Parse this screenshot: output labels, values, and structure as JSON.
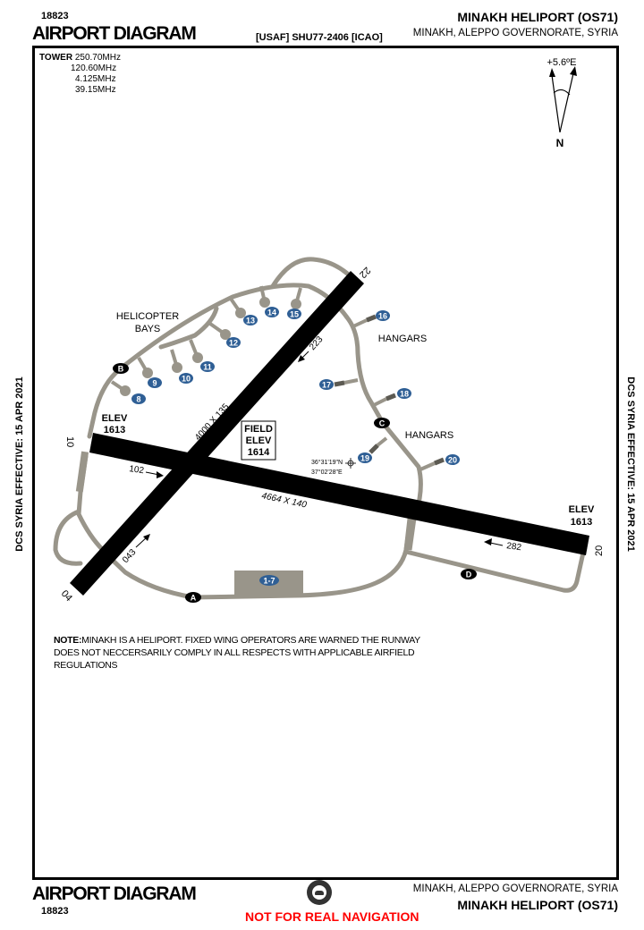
{
  "header": {
    "chart_id": "18823",
    "title": "AIRPORT DIAGRAM",
    "ident": "[USAF] SHU77-2406 [ICAO]",
    "airport_name": "MINAKH HELIPORT (OS71)",
    "location": "MINAKH, ALEPPO GOVERNORATE, SYRIA"
  },
  "side_text": "DCS SYRIA EFFECTIVE: 15 APR 2021",
  "frequencies": {
    "label": "TOWER",
    "values": [
      "250.70MHz",
      "120.60MHz",
      "4.125MHz",
      "39.15MHz"
    ]
  },
  "compass": {
    "variation": "+5.6ºE",
    "north": "N"
  },
  "labels": {
    "helicopter_bays_1": "HELICOPTER",
    "helicopter_bays_2": "BAYS",
    "hangars_1": "HANGARS",
    "hangars_2": "HANGARS",
    "field_elev": [
      "FIELD",
      "ELEV",
      "1614"
    ],
    "elev_west": [
      "ELEV",
      "1613"
    ],
    "elev_east": [
      "ELEV",
      "1613"
    ],
    "coord_lat": "36°31'19\"N",
    "coord_lon": "37°02'28\"E"
  },
  "runways": {
    "rwy04": "04",
    "rwy22": "22",
    "rwy10": "10",
    "rwy20": "20",
    "dims_04_22": "4000 X 135",
    "dims_10_28": "4664 X 140",
    "hdg_043": "043",
    "hdg_223": "223",
    "hdg_102": "102",
    "hdg_282": "282"
  },
  "taxiways": [
    "A",
    "B",
    "C",
    "D"
  ],
  "stands": [
    "8",
    "9",
    "10",
    "11",
    "12",
    "13",
    "14",
    "15",
    "16",
    "17",
    "18",
    "19",
    "20",
    "1-7"
  ],
  "note": {
    "label": "NOTE:",
    "text": "MINAKH IS A HELIPORT. FIXED WING OPERATORS ARE WARNED THE RUNWAY DOES NOT NECCERSARILY COMPLY IN ALL RESPECTS WITH APPLICABLE AIRFIELD REGULATIONS"
  },
  "footer": {
    "title": "AIRPORT DIAGRAM",
    "chart_id": "18823",
    "location": "MINAKH, ALEPPO GOVERNORATE, SYRIA",
    "airport_name": "MINAKH HELIPORT (OS71)",
    "disclaimer": "NOT FOR REAL NAVIGATION"
  }
}
